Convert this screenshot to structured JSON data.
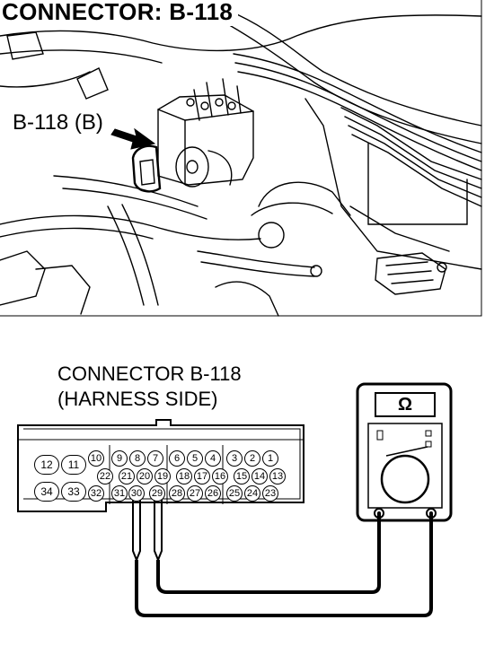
{
  "title": "CONNECTOR: B-118",
  "callout": "B-118 (B)",
  "caption_line1": "CONNECTOR B-118",
  "caption_line2": "(HARNESS SIDE)",
  "meter_symbol": "Ω",
  "pins": {
    "p12": "12",
    "p11": "11",
    "p10": "10",
    "p9": "9",
    "p8": "8",
    "p7": "7",
    "p6": "6",
    "p5": "5",
    "p4": "4",
    "p3": "3",
    "p2": "2",
    "p1": "1",
    "p22": "22",
    "p21": "21",
    "p20": "20",
    "p19": "19",
    "p18": "18",
    "p17": "17",
    "p16": "16",
    "p15": "15",
    "p14": "14",
    "p13": "13",
    "p34": "34",
    "p33": "33",
    "p32": "32",
    "p31": "31",
    "p30": "30",
    "p29": "29",
    "p28": "28",
    "p27": "27",
    "p26": "26",
    "p25": "25",
    "p24": "24",
    "p23": "23"
  }
}
